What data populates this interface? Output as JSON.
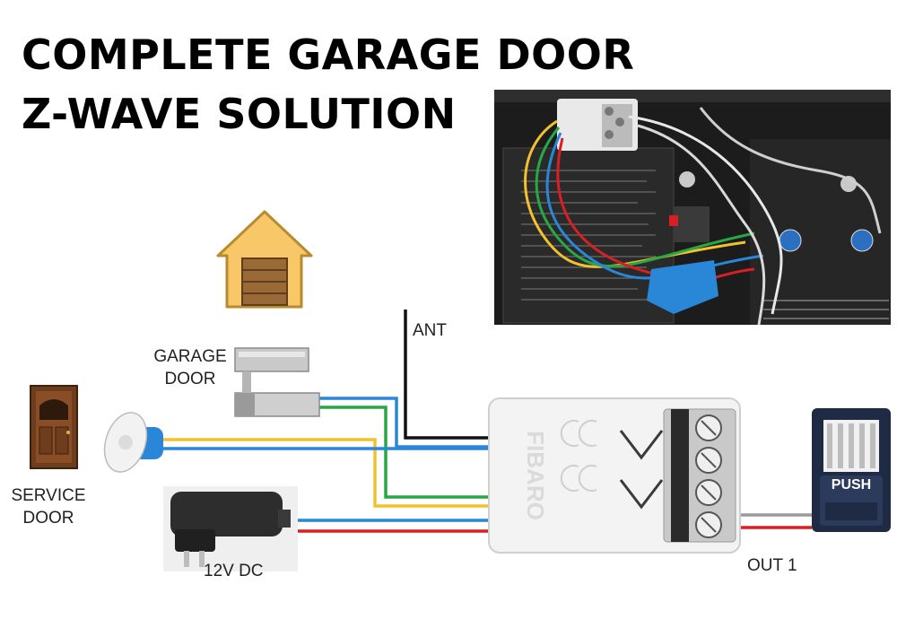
{
  "title": {
    "line1": "COMPLETE GARAGE DOOR",
    "line2": "Z-WAVE SOLUTION"
  },
  "labels": {
    "antenna": "ANT",
    "garage_door_line1": "GARAGE",
    "garage_door_line2": "DOOR",
    "service_door_line1": "SERVICE",
    "service_door_line2": "DOOR",
    "power": "12V DC",
    "output": "OUT 1"
  },
  "module": {
    "brand": "FIBARO"
  },
  "push_button": {
    "label": "PUSH"
  },
  "wire_colors": {
    "antenna": "#111111",
    "blue": "#2a86d6",
    "green": "#28a745",
    "yellow": "#f2c12e",
    "red": "#d81f26",
    "gray": "#9a9a9a"
  },
  "icons": [
    "garage-icon",
    "service-door-icon",
    "window-sensor-icon",
    "magnetic-sensor-icon",
    "power-adapter-icon",
    "relay-module-icon",
    "push-button-icon"
  ]
}
